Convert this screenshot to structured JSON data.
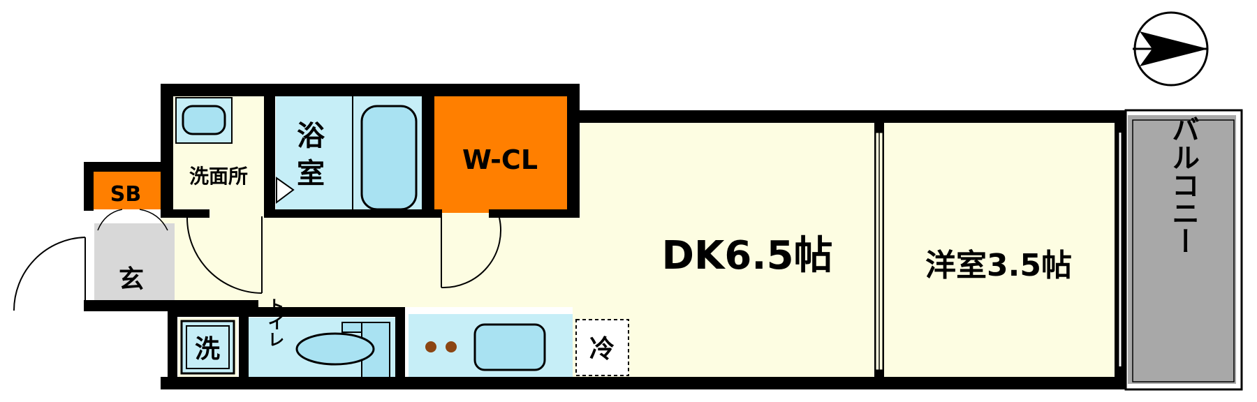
{
  "rooms": {
    "sb": "SB",
    "genkan": "玄",
    "washroom": "洗面所",
    "bath_line1": "浴",
    "bath_line2": "室",
    "walk_in_closet": "W-CL",
    "dining_kitchen": "DK6.5帖",
    "western_room": "洋室3.5帖",
    "balcony": "バルコニー",
    "washer": "洗",
    "toilet": "トイレ",
    "fridge": "冷"
  },
  "colors": {
    "wall": "#000000",
    "floor": "#fdfde2",
    "wet_area": "#c6eef7",
    "fixture": "#a9e2f2",
    "closet": "#ff7f00",
    "entry": "#d8d8d8",
    "balcony": "#a8a8a8",
    "stove": "#8b4513"
  },
  "compass": {
    "icon": "north-arrow-icon"
  }
}
